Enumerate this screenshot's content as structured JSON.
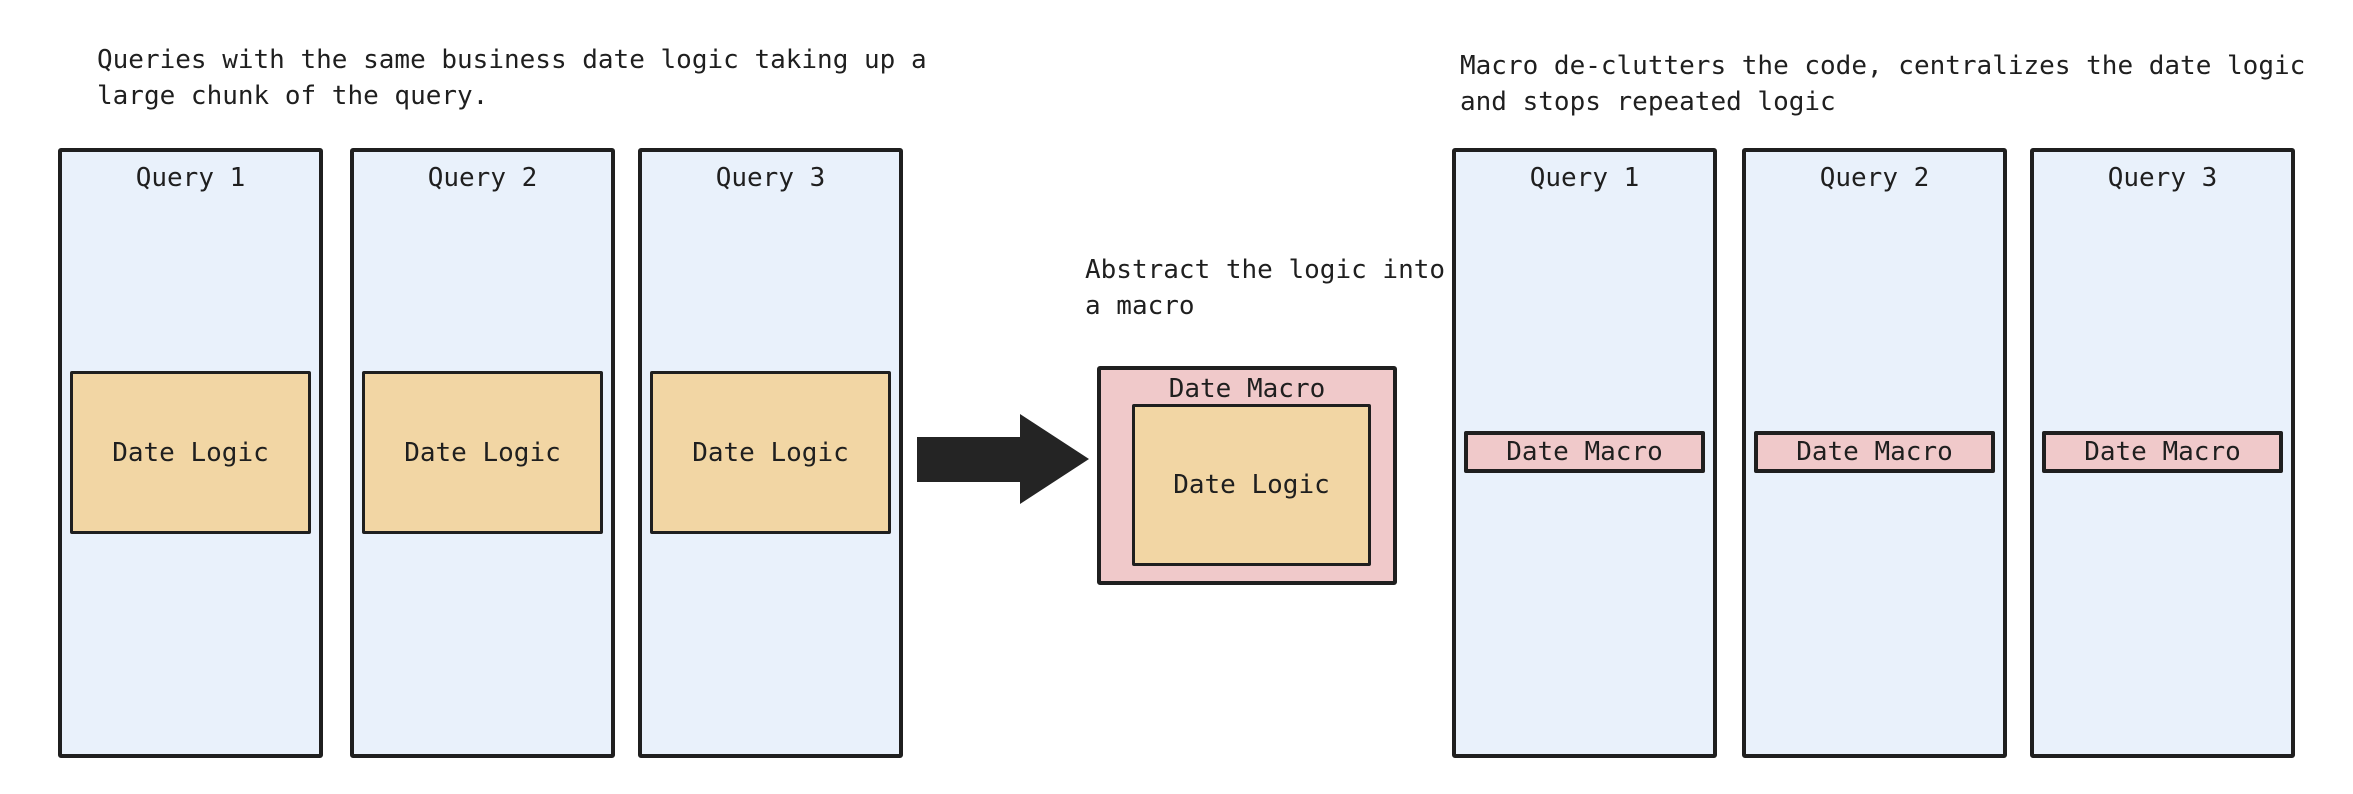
{
  "diagram": {
    "before": {
      "caption": "Queries with the same business date logic taking up a\nlarge chunk of the query.",
      "queries": [
        {
          "title": "Query 1",
          "block": "Date Logic"
        },
        {
          "title": "Query 2",
          "block": "Date Logic"
        },
        {
          "title": "Query 3",
          "block": "Date Logic"
        }
      ]
    },
    "transform": {
      "caption": "Abstract the logic into\na macro",
      "arrow_icon": "right-arrow",
      "macro": {
        "title": "Date Macro",
        "block": "Date Logic"
      }
    },
    "after": {
      "caption": "Macro de-clutters the code, centralizes the date logic\nand stops repeated logic",
      "queries": [
        {
          "title": "Query 1",
          "block": "Date Macro"
        },
        {
          "title": "Query 2",
          "block": "Date Macro"
        },
        {
          "title": "Query 3",
          "block": "Date Macro"
        }
      ]
    },
    "colors": {
      "background": "#ffffff",
      "query_fill": "#e9f1fb",
      "logic_fill": "#f2d6a4",
      "macro_fill": "#f0c9ca",
      "border": "#1f1f1f",
      "arrow": "#242424",
      "text": "#1f1f1f"
    }
  }
}
